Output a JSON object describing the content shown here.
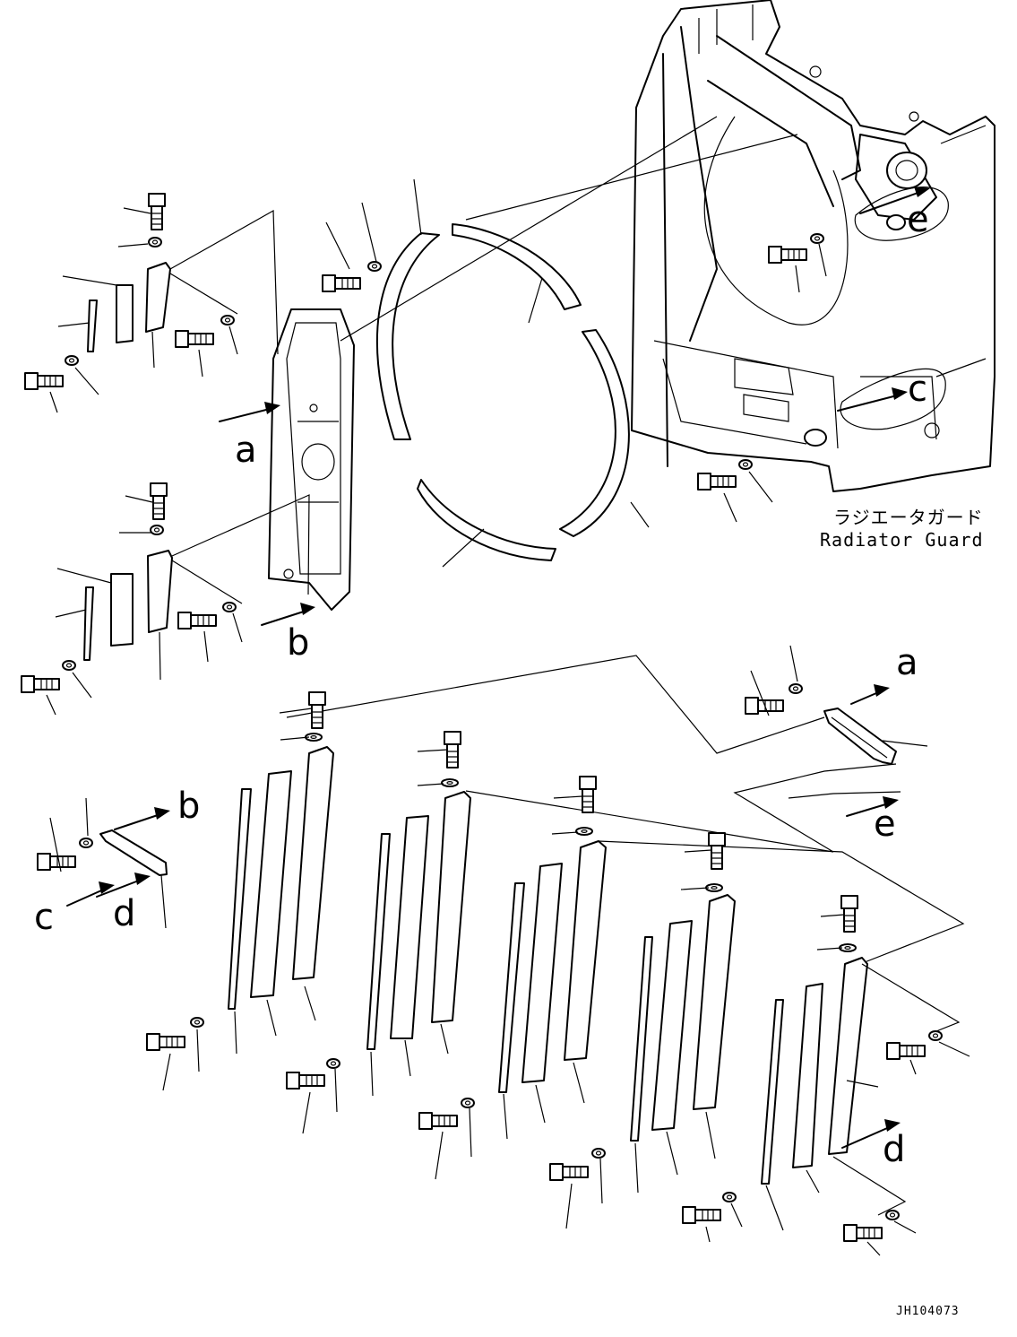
{
  "caption": {
    "japanese": "ラジエータガード",
    "english": "Radiator Guard"
  },
  "drawing_code": "JH104073",
  "reference_labels": {
    "a_top": "a",
    "b_top": "b",
    "c_top": "c",
    "e_top": "e",
    "a_mid": "a",
    "b_mid": "b",
    "c_mid": "c",
    "d_mid": "d",
    "e_mid": "e",
    "d_low": "d"
  }
}
